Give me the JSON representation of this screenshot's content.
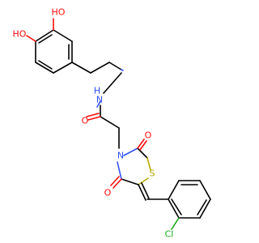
{
  "colors": {
    "bond": "#000000",
    "oxygen": "#ff0d0d",
    "nitrogen": "#3050f8",
    "sulfur": "#b8a800",
    "chlorine": "#1ba81b"
  },
  "atoms": {
    "ho_top": "HO",
    "ho_left": "HO",
    "nh": "H",
    "n_amide": "N",
    "o_amide": "O",
    "n_ring": "N",
    "o_ring_top": "O",
    "o_ring_bottom": "O",
    "s_ring": "S",
    "cl": "Cl"
  }
}
